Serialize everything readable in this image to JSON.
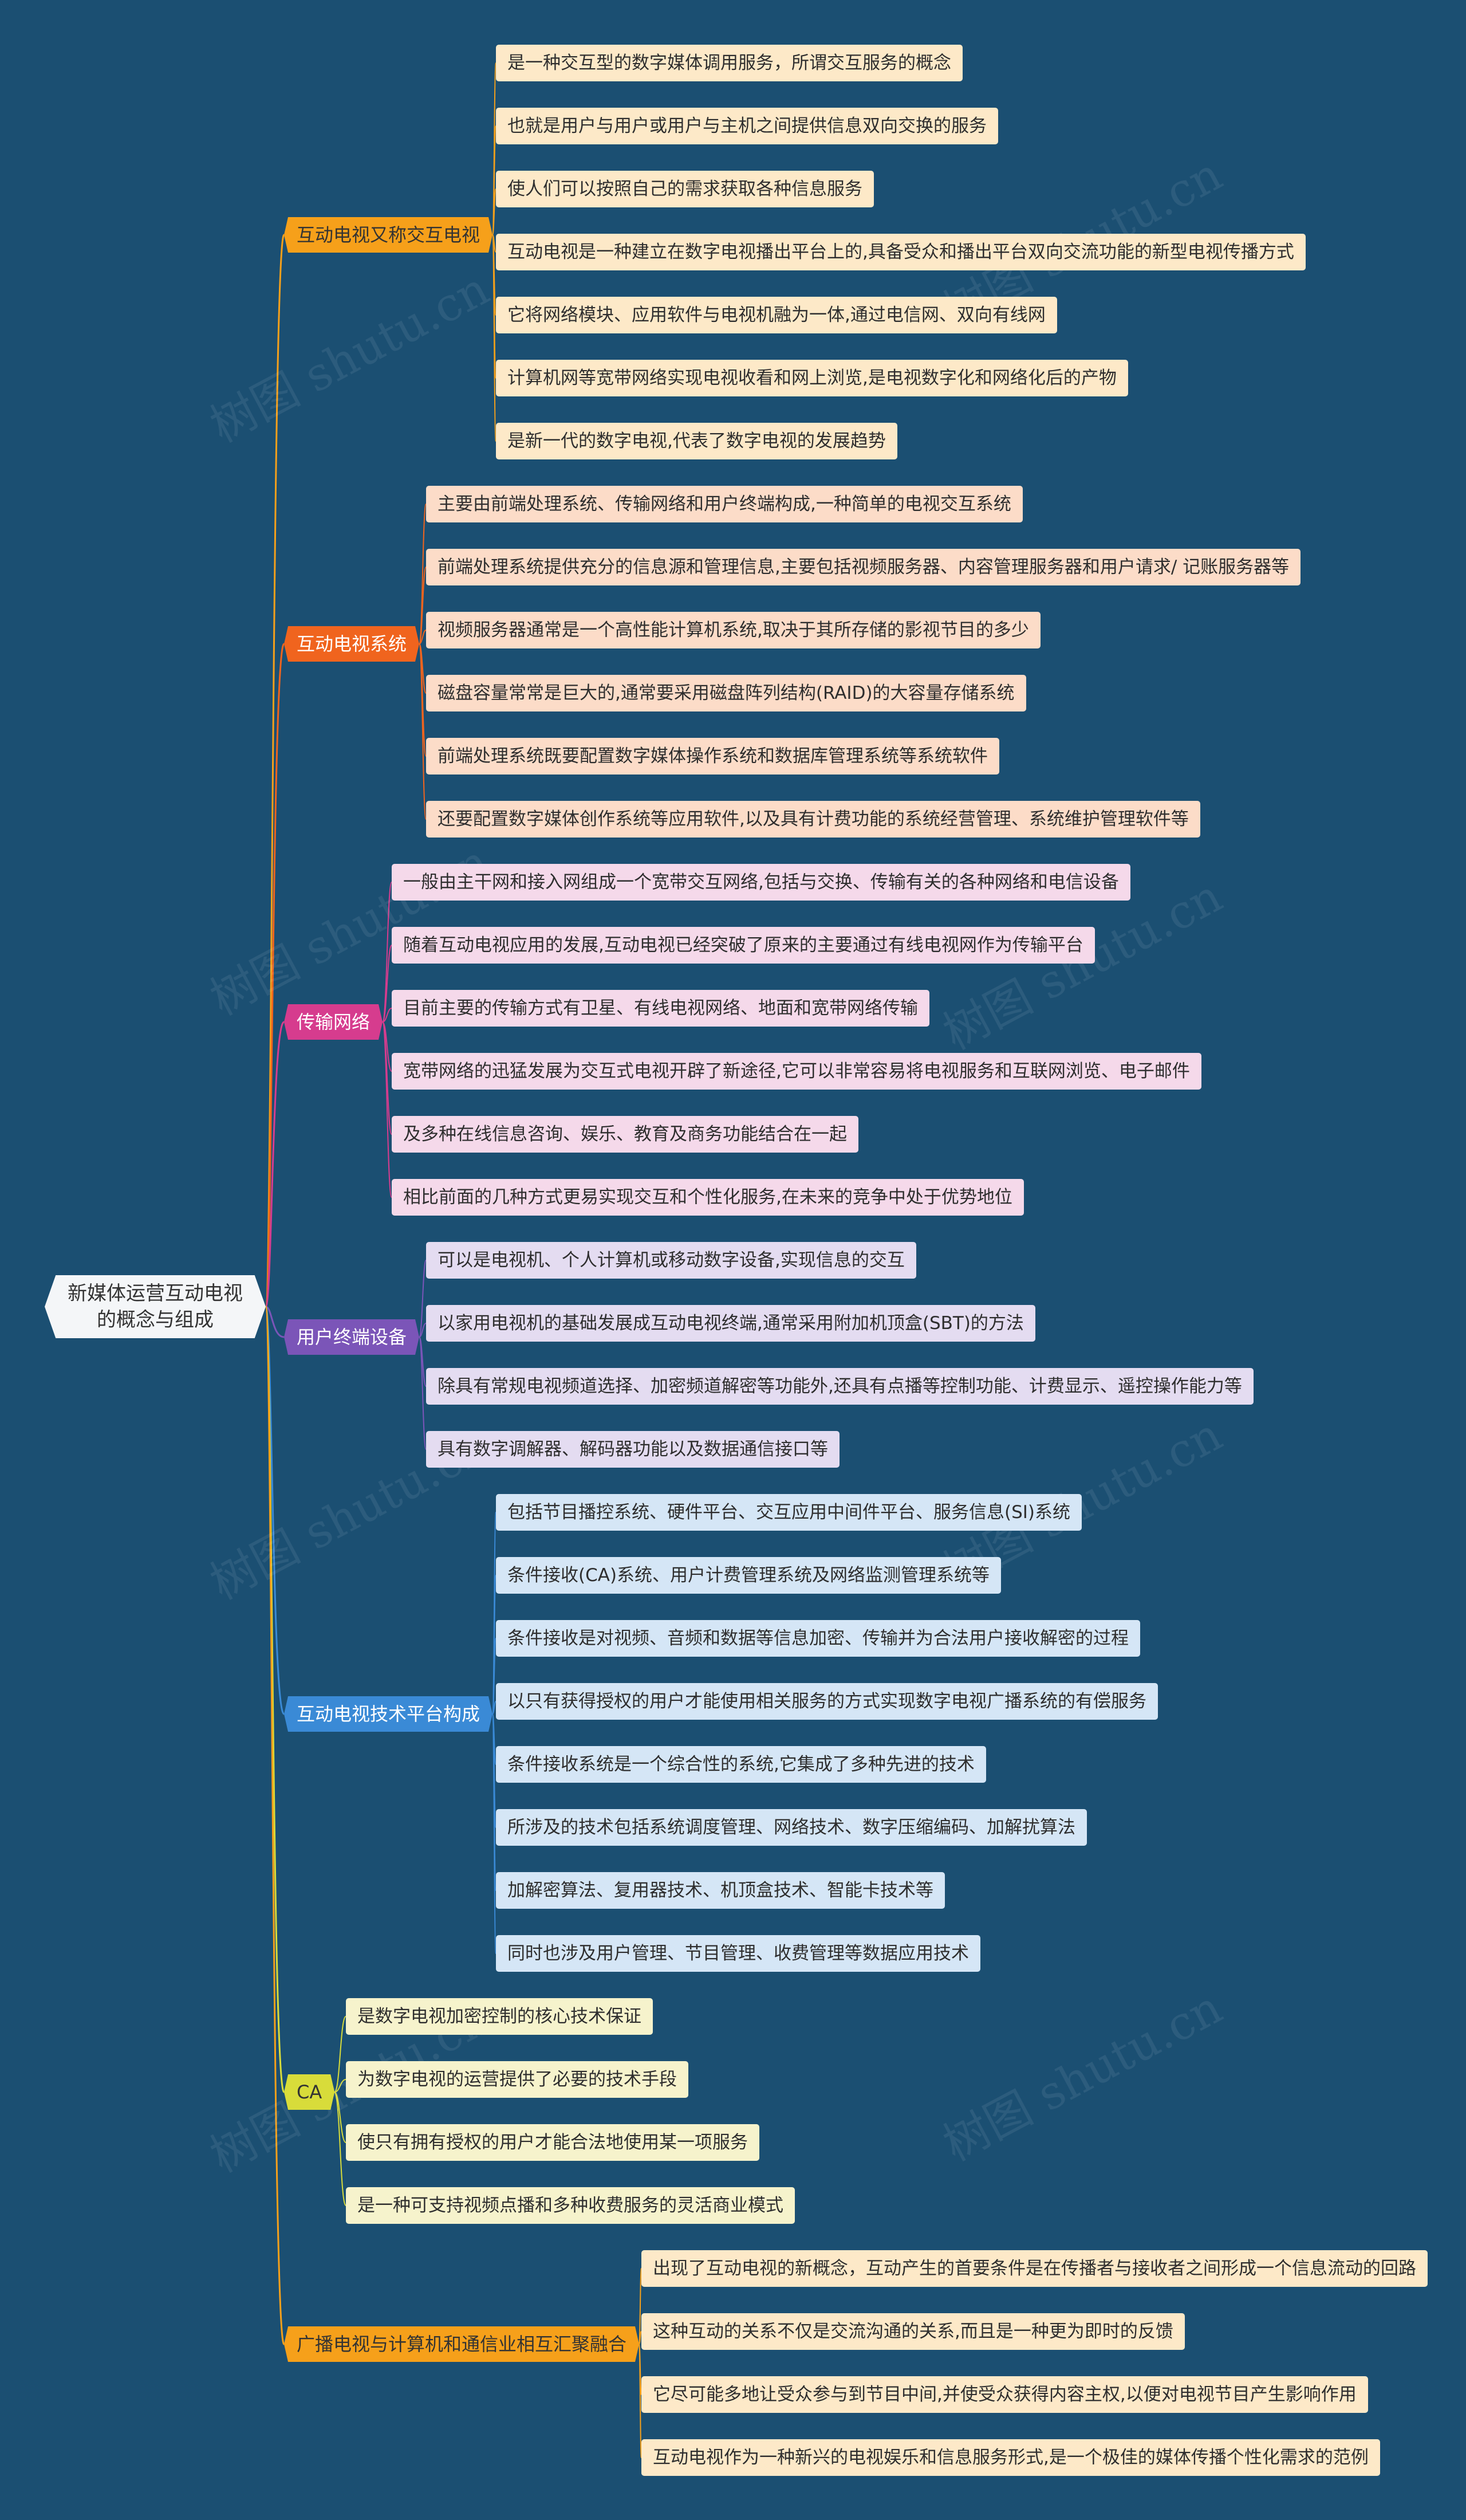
{
  "root": {
    "label": "新媒体运营互动电视的概念与组成"
  },
  "watermark": "树图 shutu.cn",
  "branches": [
    {
      "label": "互动电视又称交互电视",
      "color": "#f6a01a",
      "text_color": "#333333",
      "leaf_bg": "#fde9c8",
      "items": [
        "是一种交互型的数字媒体调用服务，所谓交互服务的概念",
        "也就是用户与用户或用户与主机之间提供信息双向交换的服务",
        "使人们可以按照自己的需求获取各种信息服务",
        "互动电视是一种建立在数字电视播出平台上的,具备受众和播出平台双向交流功能的新型电视传播方式",
        "它将网络模块、应用软件与电视机融为一体,通过电信网、双向有线网",
        "计算机网等宽带网络实现电视收看和网上浏览,是电视数字化和网络化后的产物",
        "是新一代的数字电视,代表了数字电视的发展趋势"
      ]
    },
    {
      "label": "互动电视系统",
      "color": "#f0641e",
      "text_color": "#ffffff",
      "leaf_bg": "#fcdcc8",
      "items": [
        "主要由前端处理系统、传输网络和用户终端构成,一种简单的电视交互系统",
        "前端处理系统提供充分的信息源和管理信息,主要包括视频服务器、内容管理服务器和用户请求/ 记账服务器等",
        "视频服务器通常是一个高性能计算机系统,取决于其所存储的影视节目的多少",
        "磁盘容量常常是巨大的,通常要采用磁盘阵列结构(RAID)的大容量存储系统",
        "前端处理系统既要配置数字媒体操作系统和数据库管理系统等系统软件",
        "还要配置数字媒体创作系统等应用软件,以及具有计费功能的系统经营管理、系统维护管理软件等"
      ]
    },
    {
      "label": "传输网络",
      "color": "#d63c8e",
      "text_color": "#ffffff",
      "leaf_bg": "#f5d9ea",
      "items": [
        "一般由主干网和接入网组成一个宽带交互网络,包括与交换、传输有关的各种网络和电信设备",
        "随着互动电视应用的发展,互动电视已经突破了原来的主要通过有线电视网作为传输平台",
        "目前主要的传输方式有卫星、有线电视网络、地面和宽带网络传输",
        "宽带网络的迅猛发展为交互式电视开辟了新途径,它可以非常容易将电视服务和互联网浏览、电子邮件",
        "及多种在线信息咨询、娱乐、教育及商务功能结合在一起",
        "相比前面的几种方式更易实现交互和个性化服务,在未来的竞争中处于优势地位"
      ]
    },
    {
      "label": "用户终端设备",
      "color": "#7b55b8",
      "text_color": "#ffffff",
      "leaf_bg": "#e4dcf1",
      "items": [
        "可以是电视机、个人计算机或移动数字设备,实现信息的交互",
        "以家用电视机的基础发展成互动电视终端,通常采用附加机顶盒(SBT)的方法",
        "除具有常规电视频道选择、加密频道解密等功能外,还具有点播等控制功能、计费显示、遥控操作能力等",
        "具有数字调解器、解码器功能以及数据通信接口等"
      ]
    },
    {
      "label": "互动电视技术平台构成",
      "color": "#3a8ad6",
      "text_color": "#ffffff",
      "leaf_bg": "#d5e6f6",
      "items": [
        "包括节目播控系统、硬件平台、交互应用中间件平台、服务信息(SI)系统",
        "条件接收(CA)系统、用户计费管理系统及网络监测管理系统等",
        "条件接收是对视频、音频和数据等信息加密、传输并为合法用户接收解密的过程",
        "以只有获得授权的用户才能使用相关服务的方式实现数字电视广播系统的有偿服务",
        "条件接收系统是一个综合性的系统,它集成了多种先进的技术",
        "所涉及的技术包括系统调度管理、网络技术、数字压缩编码、加解扰算法",
        "加解密算法、复用器技术、机顶盒技术、智能卡技术等",
        "同时也涉及用户管理、节目管理、收费管理等数据应用技术"
      ]
    },
    {
      "label": "CA",
      "color": "#d8dc3a",
      "text_color": "#333333",
      "leaf_bg": "#f6f3cc",
      "items": [
        "是数字电视加密控制的核心技术保证",
        "为数字电视的运营提供了必要的技术手段",
        "使只有拥有授权的用户才能合法地使用某一项服务",
        "是一种可支持视频点播和多种收费服务的灵活商业模式"
      ]
    },
    {
      "label": "广播电视与计算机和通信业相互汇聚融合",
      "color": "#f6a01a",
      "text_color": "#333333",
      "leaf_bg": "#fde9c8",
      "items": [
        "出现了互动电视的新概念，互动产生的首要条件是在传播者与接收者之间形成一个信息流动的回路",
        "这种互动的关系不仅是交流沟通的关系,而且是一种更为即时的反馈",
        "它尽可能多地让受众参与到节目中间,并使受众获得内容主权,以便对电视节目产生影响作用",
        "互动电视作为一种新兴的电视娱乐和信息服务形式,是一个极佳的媒体传播个性化需求的范例"
      ]
    }
  ]
}
